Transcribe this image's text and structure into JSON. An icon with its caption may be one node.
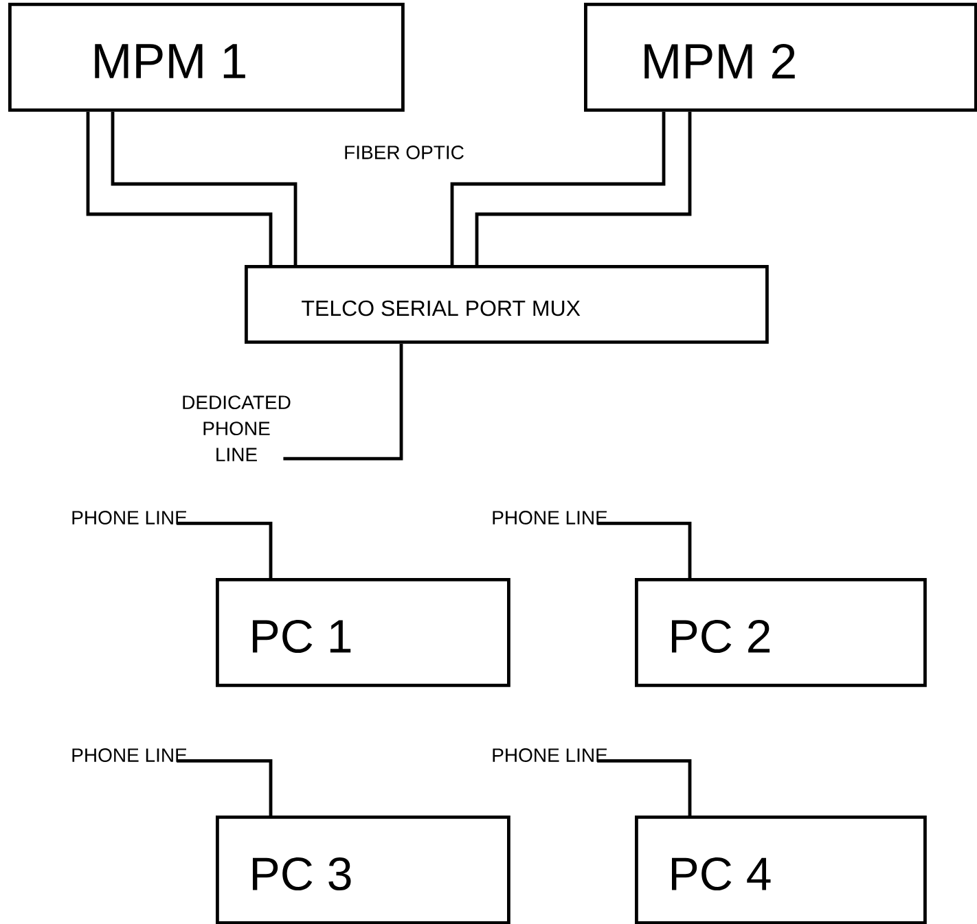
{
  "diagram": {
    "nodes": [
      {
        "text": [
          "MPM 1"
        ]
      },
      {
        "text": [
          "MPM 2"
        ]
      },
      {
        "text": [
          "TELCO SERIAL PORT MUX"
        ]
      },
      {
        "text": [
          "DEDICATED PHONE LINE"
        ]
      },
      {
        "text": [
          "PHONE LINE"
        ]
      },
      {
        "text": [
          "PHONE LINE"
        ]
      },
      {
        "text": [
          "PC 1"
        ]
      },
      {
        "text": [
          "PC 2"
        ]
      },
      {
        "text": [
          "PHONE LINE"
        ]
      },
      {
        "text": [
          "PHONE LINE"
        ]
      },
      {
        "text": [
          "PC 3"
        ]
      },
      {
        "text": [
          "PC 4"
        ]
      }
    ],
    "edges": [
      {
        "from": 0,
        "to": 2,
        "arrow": "none"
      },
      {
        "from": 0,
        "to": 2,
        "arrow": "none"
      },
      {
        "from": 1,
        "to": 2,
        "arrow": "none"
      },
      {
        "from": 1,
        "to": 2,
        "arrow": "none"
      },
      {
        "from": 2,
        "to": 3,
        "arrow": "none"
      },
      {
        "from": 4,
        "to": 6,
        "arrow": "none"
      },
      {
        "from": 5,
        "to": 7,
        "arrow": "none"
      },
      {
        "from": 8,
        "to": 10,
        "arrow": "none"
      },
      {
        "from": 9,
        "to": 11,
        "arrow": "none"
      }
    ],
    "labels": [
      "FIBER OPTIC"
    ]
  }
}
